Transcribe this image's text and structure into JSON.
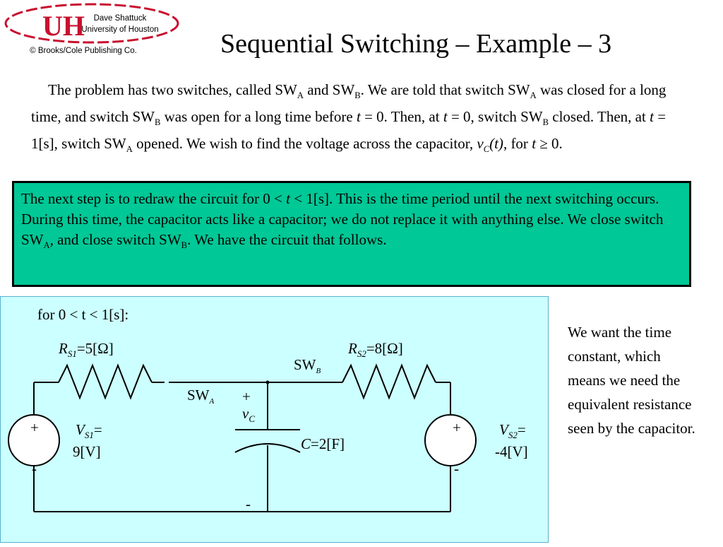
{
  "header": {
    "credit_name": "Dave Shattuck",
    "credit_org": "University of Houston",
    "copyright": "© Brooks/Cole Publishing Co.",
    "logo_text": "UH",
    "colors": {
      "logo_red": "#c8102e"
    }
  },
  "slide": {
    "title": "Sequential Switching – Example – 3"
  },
  "intro": {
    "p1": "The problem has two switches, called SW",
    "subA": "A",
    "p2": " and SW",
    "subB": "B",
    "p3": ".  We are told that switch SW",
    "subA2": "A",
    "p4": " was closed for a long time, and switch SW",
    "subB2": "B",
    "p5": " was open for a long time before ",
    "t1": "t",
    "p6": " = 0.  Then, at ",
    "t2": "t",
    "p7": " = 0, switch SW",
    "subB3": "B",
    "p8": " closed.  Then, at ",
    "t3": "t",
    "p9": " = 1[s], switch SW",
    "subA3": "A",
    "p10": " opened.  We wish to find the voltage across the capacitor, ",
    "vc_v": "v",
    "vc_sub": "C",
    "vc_t": "(t)",
    "p11": ", for ",
    "t4": "t",
    "p12": " ≥ 0."
  },
  "step_box": {
    "s1": "The next step is to redraw the circuit for 0 < ",
    "t": "t",
    "s2": " < 1[s].  This is the time period until the next switching occurs.  During this time, the capacitor acts like a capacitor; we do not replace it with anything else.  We close switch SW",
    "subA": "A",
    "s3": ", and close switch SW",
    "subB": "B",
    "s4": ".  We have the circuit that follows.",
    "colors": {
      "fill": "#00c896"
    }
  },
  "circuit": {
    "condition": "for 0 < t < 1[s]:",
    "rs1_R": "R",
    "rs1_sub": "S1",
    "rs1_val": "=5[Ω]",
    "rs2_R": "R",
    "rs2_sub": "S2",
    "rs2_val": "=8[Ω]",
    "swA": "SW",
    "swA_sub": "A",
    "swB": "SW",
    "swB_sub": "B",
    "vc_plus": "+",
    "vc_v": "v",
    "vc_sub": "C",
    "vc_minus": "-",
    "cap_C": "C",
    "cap_val": "=2[F]",
    "vs1_V": "V",
    "vs1_sub": "S1",
    "vs1_eq": "=",
    "vs1_val": "9[V]",
    "vs2_V": "V",
    "vs2_sub": "S2",
    "vs2_eq": "=",
    "vs2_val": "-4[V]",
    "src_plus": "+",
    "src_minus": "-",
    "colors": {
      "panel": "#ccffff"
    }
  },
  "side_note": {
    "text": "We want the time constant, which means we need the equivalent resistance seen by the capacitor."
  }
}
